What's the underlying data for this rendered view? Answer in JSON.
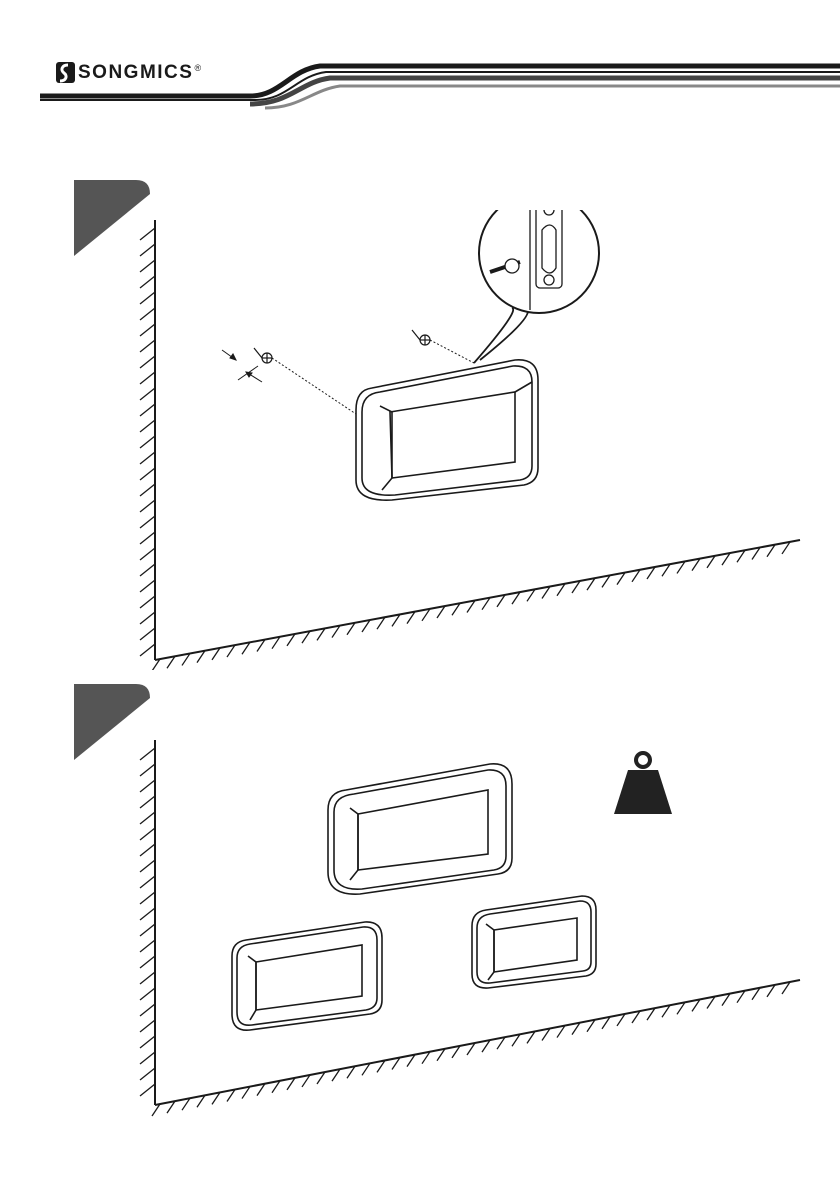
{
  "header": {
    "brand_name": "SONGMICS",
    "brand_mark": "®",
    "logo_icon": "songmics-s-logo-icon"
  },
  "colors": {
    "badge": "#555555",
    "ink": "#1a1a1a",
    "weight": "#222222"
  },
  "steps": [
    {
      "icons": [
        "wall-hatch",
        "floor-hatch",
        "screw-icon",
        "screw-icon",
        "magnifier-callout-icon",
        "wall-bracket-icon"
      ],
      "shelves": 1
    },
    {
      "icons": [
        "wall-hatch",
        "floor-hatch",
        "weight-icon"
      ],
      "shelves": 3
    }
  ]
}
